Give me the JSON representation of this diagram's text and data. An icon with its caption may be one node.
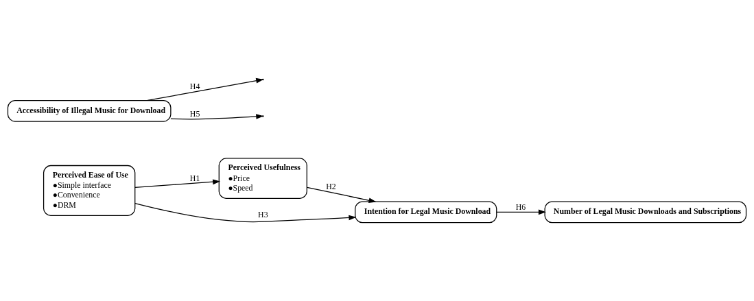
{
  "diagram": {
    "nodes": [
      {
        "text": [
          "Perceived Usefulness",
          "●Price",
          "●Speed"
        ]
      },
      {
        "text": [
          "Accessibility of Illegal Music for Download"
        ]
      },
      {
        "text": [
          "Perceived Ease of Use",
          "●Simple interface",
          "●Convenience",
          "●DRM"
        ]
      },
      {
        "text": [
          "Intention for Legal Music Download"
        ]
      },
      {
        "text": [
          "Number of Legal Music Downloads and Subscriptions"
        ]
      }
    ],
    "edges": [
      {
        "from": 2,
        "to": 0,
        "arrow": "to",
        "label": "H1"
      },
      {
        "from": 0,
        "to": 3,
        "arrow": "to",
        "label": "H2"
      },
      {
        "from": 2,
        "to": 3,
        "arrow": "to",
        "label": "H3"
      },
      {
        "from": 1,
        "to": null,
        "arrow": "to",
        "label": "H4"
      },
      {
        "from": 1,
        "to": null,
        "arrow": "to",
        "label": "H5"
      },
      {
        "from": 3,
        "to": 4,
        "arrow": "to",
        "label": "H6"
      }
    ]
  }
}
